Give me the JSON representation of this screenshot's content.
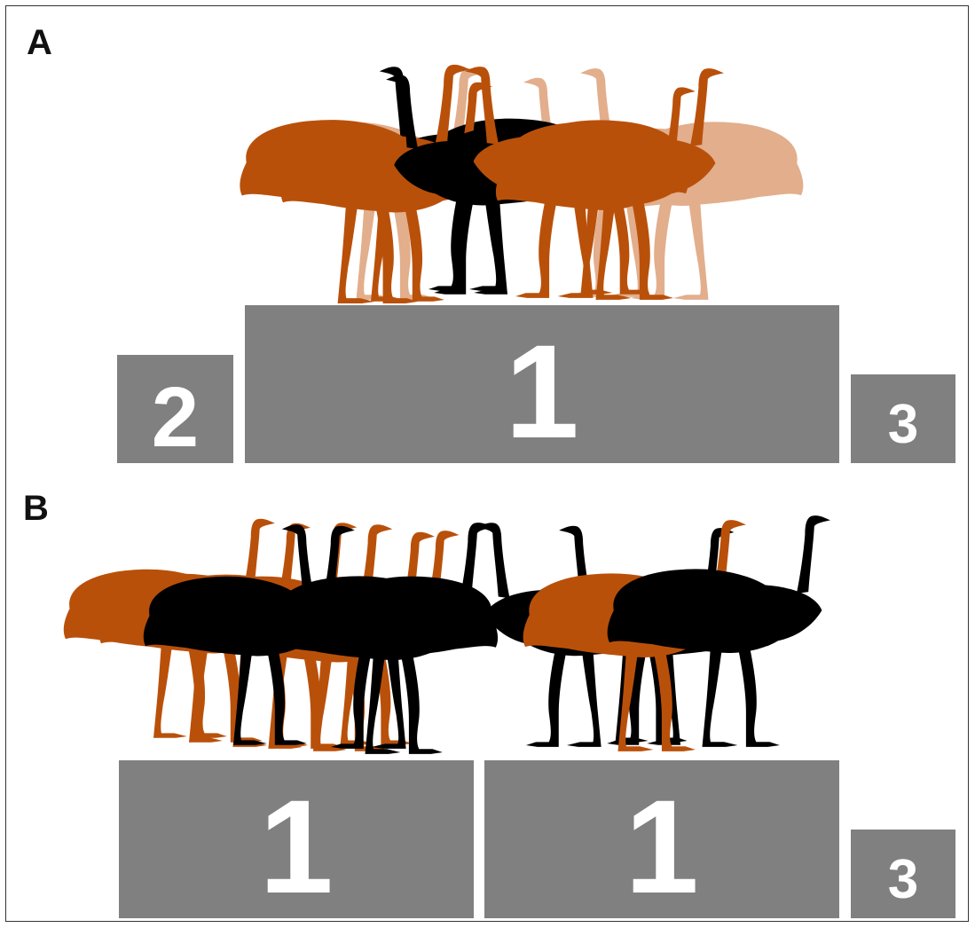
{
  "colors": {
    "podium": "#808080",
    "podium_text": "#ffffff",
    "ostrich_dark": "#000000",
    "ostrich_rufous": "#b9500a",
    "ostrich_light": "#e2ae8c"
  },
  "panel_a": {
    "label": "A",
    "podiums": [
      {
        "rank": "2"
      },
      {
        "rank": "1"
      },
      {
        "rank": "3"
      }
    ],
    "birds": [
      {
        "color": "light",
        "facing": "right"
      },
      {
        "color": "light",
        "facing": "left"
      },
      {
        "color": "light",
        "facing": "left"
      },
      {
        "color": "dark",
        "facing": "left"
      },
      {
        "color": "rufous",
        "facing": "right"
      },
      {
        "color": "rufous",
        "facing": "right"
      },
      {
        "color": "dark",
        "facing": "left"
      },
      {
        "color": "rufous",
        "facing": "left"
      },
      {
        "color": "rufous",
        "facing": "right"
      },
      {
        "color": "rufous",
        "facing": "right"
      }
    ]
  },
  "panel_b": {
    "label": "B",
    "podiums": [
      {
        "rank": "1"
      },
      {
        "rank": "1"
      },
      {
        "rank": "3"
      }
    ],
    "birds": [
      {
        "color": "rufous",
        "facing": "right"
      },
      {
        "color": "rufous",
        "facing": "right"
      },
      {
        "color": "rufous",
        "facing": "right"
      },
      {
        "color": "rufous",
        "facing": "right"
      },
      {
        "color": "rufous",
        "facing": "right"
      },
      {
        "color": "rufous",
        "facing": "right"
      },
      {
        "color": "dark",
        "facing": "right"
      },
      {
        "color": "dark",
        "facing": "left"
      },
      {
        "color": "dark",
        "facing": "right"
      },
      {
        "color": "dark",
        "facing": "left"
      },
      {
        "color": "dark",
        "facing": "right"
      },
      {
        "color": "dark",
        "facing": "left"
      },
      {
        "color": "rufous",
        "facing": "right"
      },
      {
        "color": "dark",
        "facing": "right"
      }
    ]
  }
}
